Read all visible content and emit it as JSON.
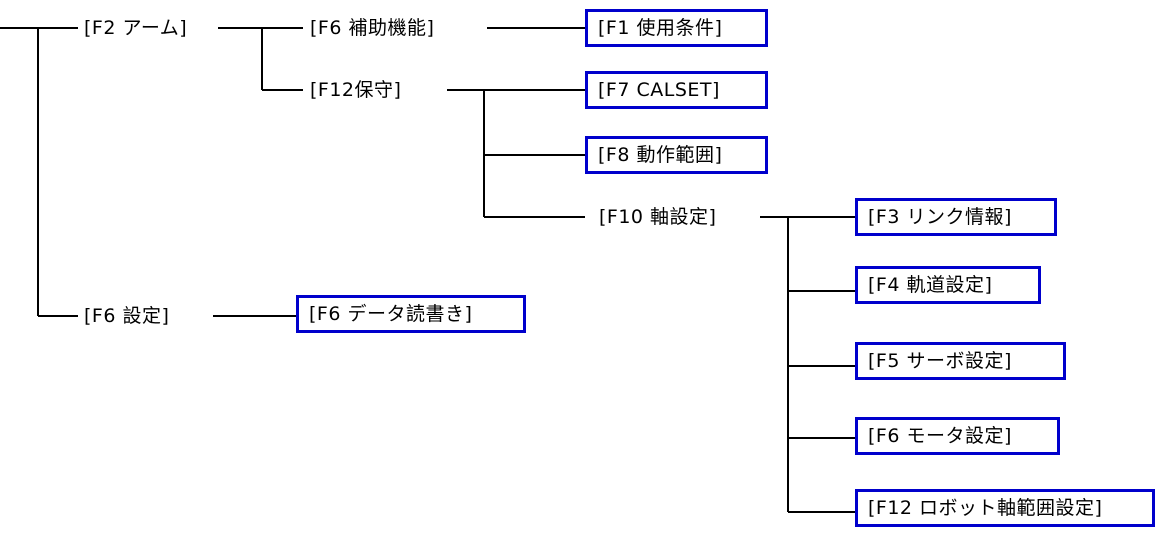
{
  "menu_tree": {
    "arm": "[F2 アーム]",
    "aux": "[F6 補助機能]",
    "usage": "[F1 使用条件]",
    "maint": "[F12保守]",
    "calset": "[F7 CALSET]",
    "range": "[F8 動作範囲]",
    "axis": "[F10 軸設定]",
    "link": "[F3 リンク情報]",
    "traj": "[F4 軌道設定]",
    "servo": "[F5 サーボ設定]",
    "motor": "[F6 モータ設定]",
    "robot_range": "[F12 ロボット軸範囲設定]",
    "settings": "[F6 設定]",
    "data_rw": "[F6 データ読書き]"
  },
  "colors": {
    "box_border": "#0000cc",
    "line": "#000000"
  }
}
